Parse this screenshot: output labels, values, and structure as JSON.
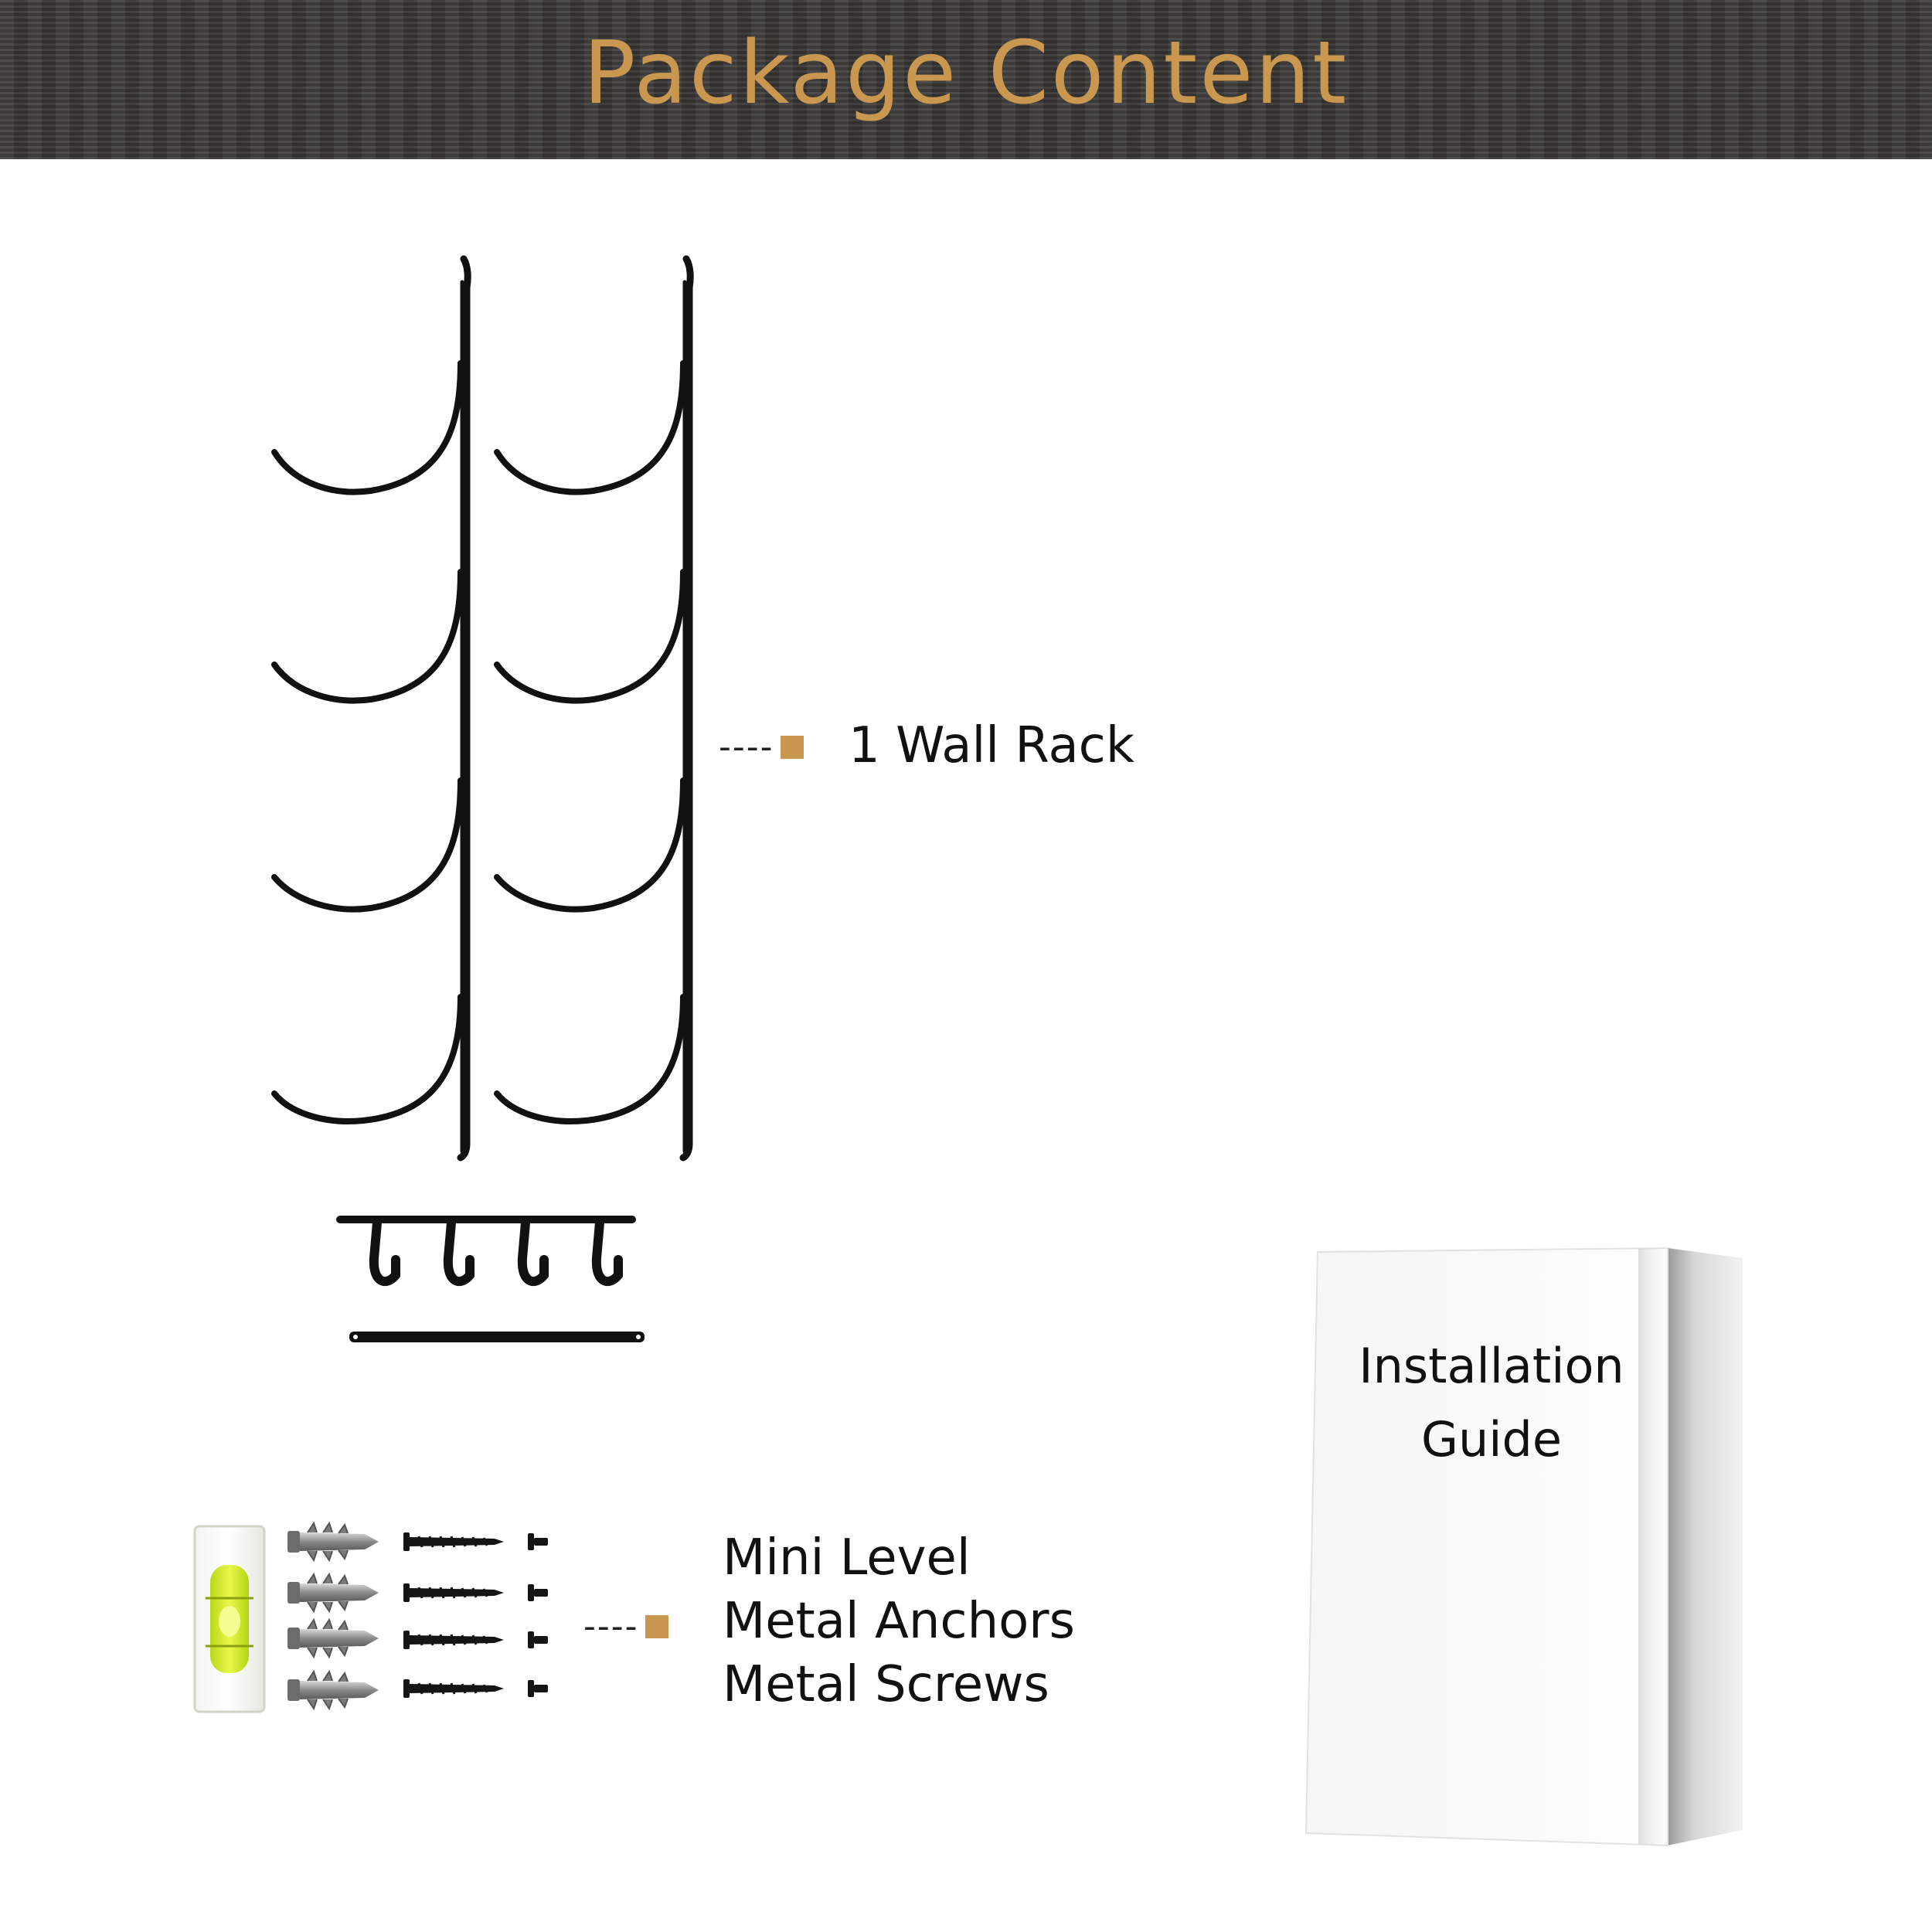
{
  "header": {
    "title": "Package Content"
  },
  "items": {
    "wall_rack": {
      "label": "1 Wall Rack",
      "leader": "----"
    },
    "hardware": {
      "leader": "----",
      "lines": [
        "Mini Level",
        "Metal Anchors",
        "Metal Screws"
      ]
    },
    "guide": {
      "line1": "Installation",
      "line2": "Guide"
    }
  },
  "colors": {
    "accent": "#c9974f",
    "banner": "#3b3a38",
    "marker": "#c9974f",
    "level_liquid": "#d4ef2a"
  },
  "icons": [
    "wall-rack-illustration",
    "hook-bar-icon",
    "mounting-bar-icon",
    "mini-level-icon",
    "anchor-icon",
    "screw-icon",
    "short-screw-icon",
    "guide-booklet-icon"
  ]
}
